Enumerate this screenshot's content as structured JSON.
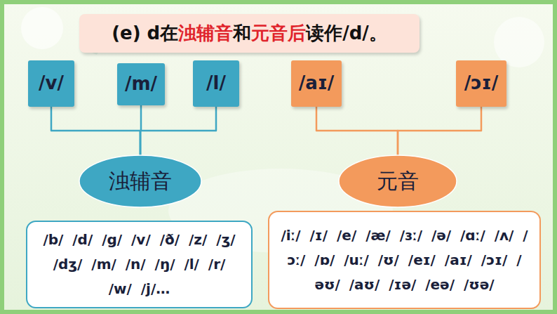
{
  "diagram": {
    "title": "(e) d在浊辅音和元音后读作/d/。",
    "nodes": [
      {
        "text": [
          "/v/"
        ]
      },
      {
        "text": [
          "/m/"
        ]
      },
      {
        "text": [
          "/l/"
        ]
      },
      {
        "text": [
          "/aɪ/"
        ]
      },
      {
        "text": [
          "/ɔɪ/"
        ]
      },
      {
        "text": [
          "浊辅音"
        ]
      },
      {
        "text": [
          "元音"
        ]
      },
      {
        "text": [
          "/b/ /d/ /g/ /v/ /ð/ /z/ /ʒ/ /dʒ/ /m/ /n/ /ŋ/ /l/ /r/ /w/ /j/…"
        ]
      },
      {
        "text": [
          "/iː/ /ɪ/ /e/ /æ/ /ɜː/ /ə/ /ɑː/ /ʌ/ /ɔː/ /ɒ/ /uː/ /ʊ/ /eɪ/ /aɪ/ /ɔɪ/ /əʊ/ /aʊ/ /ɪə/ /eə/ /ʊə/"
        ]
      }
    ],
    "edges": [
      {
        "from": 0,
        "to": 5,
        "arrow": "none"
      },
      {
        "from": 1,
        "to": 5,
        "arrow": "none"
      },
      {
        "from": 2,
        "to": 5,
        "arrow": "none"
      },
      {
        "from": 3,
        "to": 6,
        "arrow": "none"
      },
      {
        "from": 4,
        "to": 6,
        "arrow": "none"
      }
    ]
  }
}
